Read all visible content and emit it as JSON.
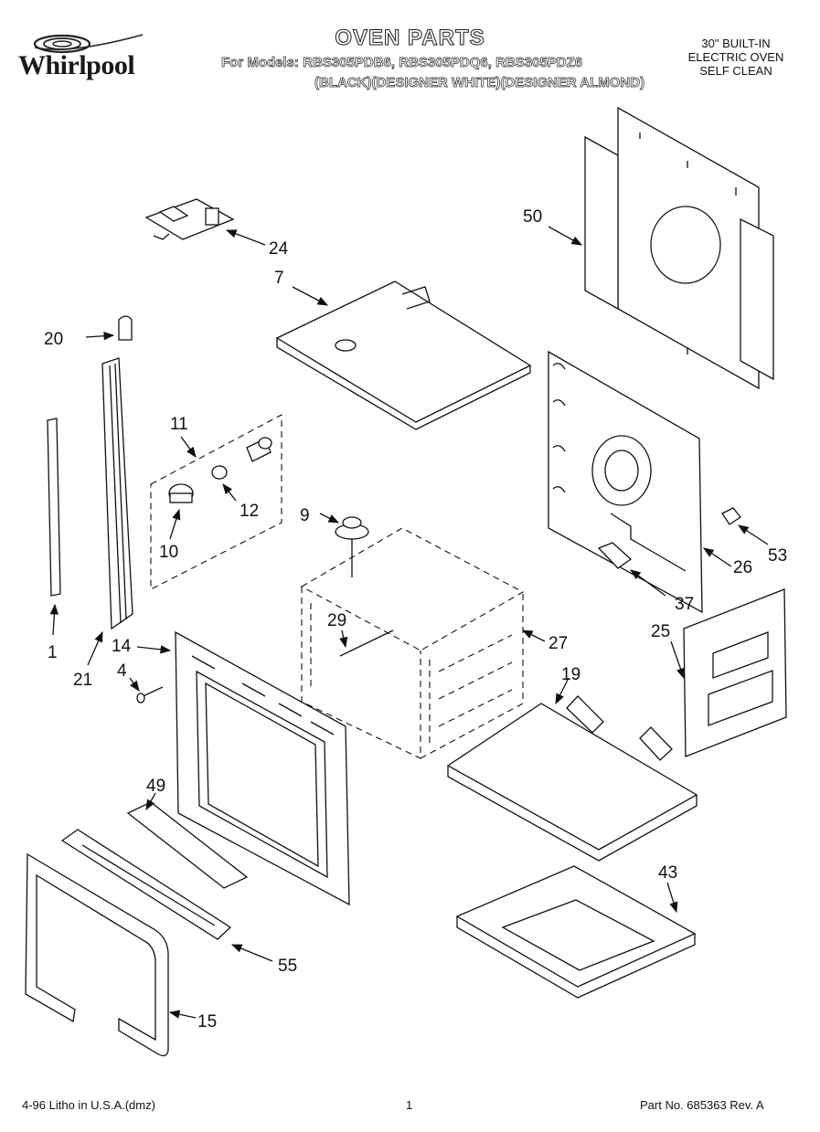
{
  "header": {
    "brand": "Whirlpool",
    "title": "OVEN PARTS",
    "models_line": "For Models: RBS305PDB6, RBS305PDQ6, RBS305PDZ6",
    "variants_line": "(BLACK)(DESIGNER WHITE)(DESIGNER ALMOND)",
    "spec_lines": [
      "30\" BUILT-IN",
      "ELECTRIC OVEN",
      "SELF CLEAN"
    ]
  },
  "callouts": {
    "c1": "1",
    "c4": "4",
    "c7": "7",
    "c9": "9",
    "c10": "10",
    "c11": "11",
    "c12": "12",
    "c14": "14",
    "c15": "15",
    "c19": "19",
    "c20": "20",
    "c21": "21",
    "c24": "24",
    "c25": "25",
    "c26": "26",
    "c27": "27",
    "c29": "29",
    "c37": "37",
    "c43": "43",
    "c49": "49",
    "c50": "50",
    "c53": "53",
    "c55": "55"
  },
  "footer": {
    "litho": "4-96 Litho in U.S.A.(dmz)",
    "page_number": "1",
    "part_number": "Part No. 685363 Rev. A"
  }
}
